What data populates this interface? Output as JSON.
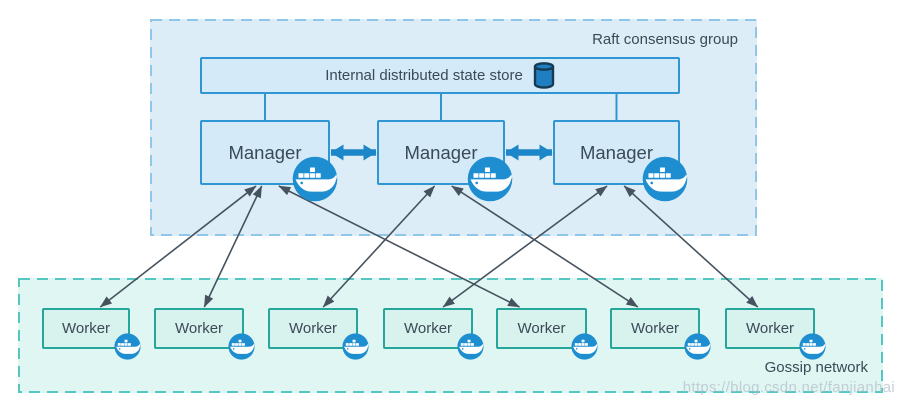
{
  "raft_group": {
    "label": "Raft consensus group"
  },
  "state_store": {
    "label": "Internal distributed state store",
    "icon": "database-cylinder-icon"
  },
  "managers": [
    {
      "id": "m1",
      "label": "Manager"
    },
    {
      "id": "m2",
      "label": "Manager"
    },
    {
      "id": "m3",
      "label": "Manager"
    }
  ],
  "workers": [
    {
      "id": "w1",
      "label": "Worker"
    },
    {
      "id": "w2",
      "label": "Worker"
    },
    {
      "id": "w3",
      "label": "Worker"
    },
    {
      "id": "w4",
      "label": "Worker"
    },
    {
      "id": "w5",
      "label": "Worker"
    },
    {
      "id": "w6",
      "label": "Worker"
    },
    {
      "id": "w7",
      "label": "Worker"
    }
  ],
  "gossip_group": {
    "label": "Gossip network"
  },
  "watermark": "https://blog.csdn.net/fanjianhai",
  "links": {
    "state_store_links": [
      "m1",
      "m2",
      "m3"
    ],
    "manager_peer_links": [
      [
        "m1",
        "m2"
      ],
      [
        "m2",
        "m3"
      ]
    ],
    "manager_worker_links": [
      [
        "m1",
        "w1"
      ],
      [
        "m1",
        "w2"
      ],
      [
        "m1",
        "w5"
      ],
      [
        "m2",
        "w3"
      ],
      [
        "m2",
        "w6"
      ],
      [
        "m3",
        "w4"
      ],
      [
        "m3",
        "w7"
      ]
    ]
  },
  "colors": {
    "raft_bg": "#dcedf8",
    "raft_border": "#90c7e8",
    "node_blue_bg": "#d4eaf8",
    "node_blue_border": "#2d96d3",
    "worker_bg": "#d8f2ee",
    "worker_border": "#26a69a",
    "gossip_bg": "#e0f6f3",
    "gossip_border": "#55c6c2",
    "docker_badge": "#1e8ed0",
    "thick_arrow": "#1c86c8",
    "thin_arrow": "#46535e",
    "text": "#3a4a57",
    "cylinder_fill": "#1f7fc2",
    "cylinder_stroke": "#173a52"
  }
}
